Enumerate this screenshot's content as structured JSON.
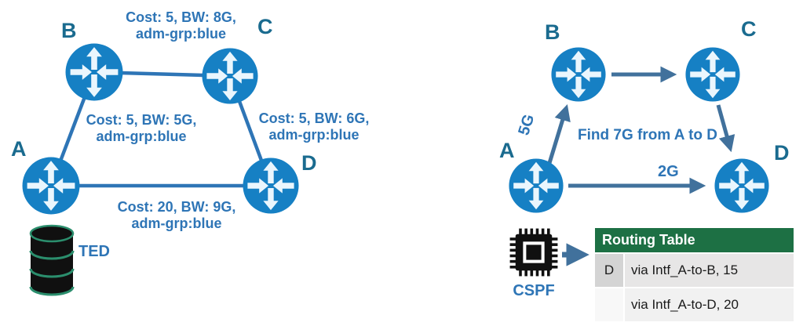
{
  "colors": {
    "router_blue": "#1680c4",
    "router_arrow": "#eaf6fd",
    "node_label": "#1a6b8f",
    "edge_line": "#2e75b6",
    "link_label": "#2e75b6",
    "flow_arrow": "#41719c",
    "flow_label": "#2e75b6",
    "table_header_bg": "#1d7044",
    "table_header_text": "#ffffff",
    "table_cell_dest1": "#d4d4d4",
    "table_cell_route1": "#e7e6e6",
    "table_cell_dest2": "#f8f8f8",
    "table_cell_route2": "#f1f1f1",
    "icon_black": "#101010",
    "db_teal": "#2b8e6d"
  },
  "left": {
    "nodes": {
      "a": "A",
      "b": "B",
      "c": "C",
      "d": "D"
    },
    "links": {
      "bc": {
        "line1": "Cost: 5, BW: 8G,",
        "line2": "adm-grp:blue"
      },
      "ab": {
        "line1": "Cost: 5, BW: 5G,",
        "line2": "adm-grp:blue"
      },
      "cd": {
        "line1": "Cost: 5, BW: 6G,",
        "line2": "adm-grp:blue"
      },
      "ad": {
        "line1": "Cost: 20, BW: 9G,",
        "line2": "adm-grp:blue"
      }
    },
    "ted_label": "TED"
  },
  "right": {
    "nodes": {
      "a": "A",
      "b": "B",
      "c": "C",
      "d": "D"
    },
    "labels": {
      "ab": "5G",
      "ad": "2G"
    },
    "instruction": "Find 7G from A to D",
    "cspf_label": "CSPF",
    "routing_table": {
      "title": "Routing Table",
      "rows": [
        {
          "dest": "D",
          "route": "via Intf_A-to-B, 15"
        },
        {
          "dest": "",
          "route": "via Intf_A-to-D, 20"
        }
      ]
    }
  }
}
